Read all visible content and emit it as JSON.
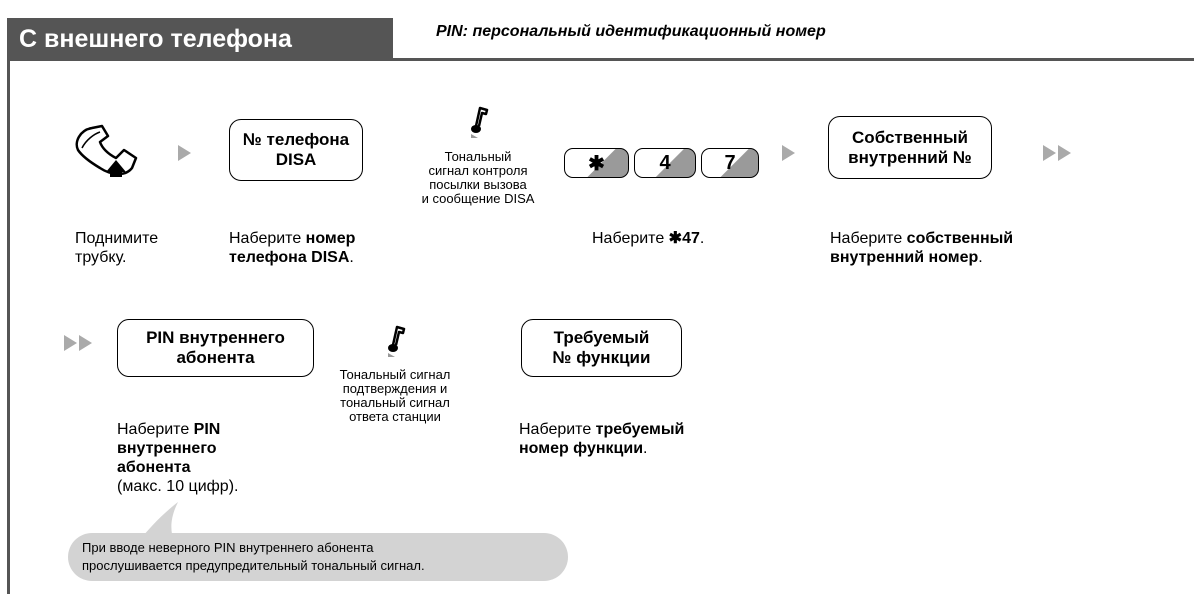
{
  "header": {
    "title": "С внешнего телефона",
    "subtitle": "PIN: персональный идентификационный номер"
  },
  "row1": {
    "step1": {
      "line1": "Поднимите",
      "line2": "трубку."
    },
    "box_disa": {
      "line1": "№ телефона",
      "line2": "DISA"
    },
    "step2": {
      "prefix": "Наберите ",
      "bold1": "номер",
      "bold2": "телефона DISA",
      "suffix": "."
    },
    "tone1": {
      "line1": "Тональный",
      "line2": "сигнал контроля",
      "line3": "посылки вызова",
      "line4": "и сообщение DISA"
    },
    "keys": [
      "✱",
      "4",
      "7"
    ],
    "step3": {
      "prefix": "Наберите ",
      "code": "✱47",
      "suffix": "."
    },
    "box_own": {
      "line1": "Собственный",
      "line2": "внутренний №"
    },
    "step4": {
      "prefix": "Наберите ",
      "bold1": "собственный",
      "bold2": "внутренний номер",
      "suffix": "."
    }
  },
  "row2": {
    "box_pin": {
      "line1": "PIN внутреннего",
      "line2": "абонента"
    },
    "step5": {
      "prefix": "Наберите ",
      "bold1": "PIN",
      "bold2": "внутреннего",
      "bold3": "абонента",
      "line4": "(макс. 10 цифр)."
    },
    "tone2": {
      "line1": "Тональный сигнал",
      "line2": "подтверждения и",
      "line3": "тональный сигнал",
      "line4": "ответа станции"
    },
    "box_func": {
      "line1": "Требуемый",
      "line2": "№ функции"
    },
    "step6": {
      "prefix": "Наберите ",
      "bold1": "требуемый",
      "bold2": "номер функции",
      "suffix": "."
    }
  },
  "note": {
    "line1": "При вводе неверного PIN внутреннего абонента",
    "line2": "прослушивается предупредительный тональный сигнал."
  },
  "icons": [
    "handset-offhook-icon",
    "music-note-icon",
    "arrow-right-icon",
    "double-arrow-icon"
  ],
  "colors": {
    "header_bg": "#555555",
    "arrow": "#aaaaaa",
    "key_shade": "#9a9a9a",
    "note_bg": "#d3d3d3"
  }
}
